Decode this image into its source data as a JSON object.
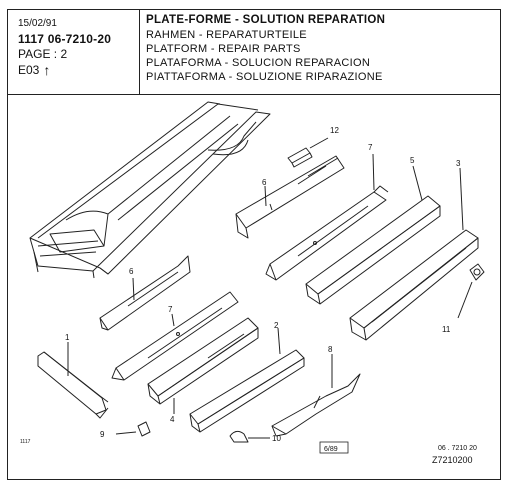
{
  "header": {
    "date": "15/02/91",
    "reference": "1117  06-7210-20",
    "page": "PAGE : 2",
    "edition": "E03",
    "titles": [
      "PLATE-FORME - SOLUTION REPARATION",
      "RAHMEN - REPARATURTEILE",
      "PLATFORM - REPAIR PARTS",
      "PLATAFORMA - SOLUCION REPARACION",
      "PIATTAFORMA - SOLUZIONE RIPARAZIONE"
    ]
  },
  "callouts": {
    "c1": "1",
    "c2": "2",
    "c3": "3",
    "c4": "4",
    "c5": "5",
    "c6a": "6",
    "c6b": "6",
    "c7a": "7",
    "c7b": "7",
    "c8": "8",
    "c9": "9",
    "c10": "10",
    "c11": "11",
    "c12": "12"
  },
  "footer": {
    "code_small": "1117",
    "stamp": "6/89",
    "part_code": "06 . 7210 20",
    "drawing_id": "Z7210200"
  }
}
